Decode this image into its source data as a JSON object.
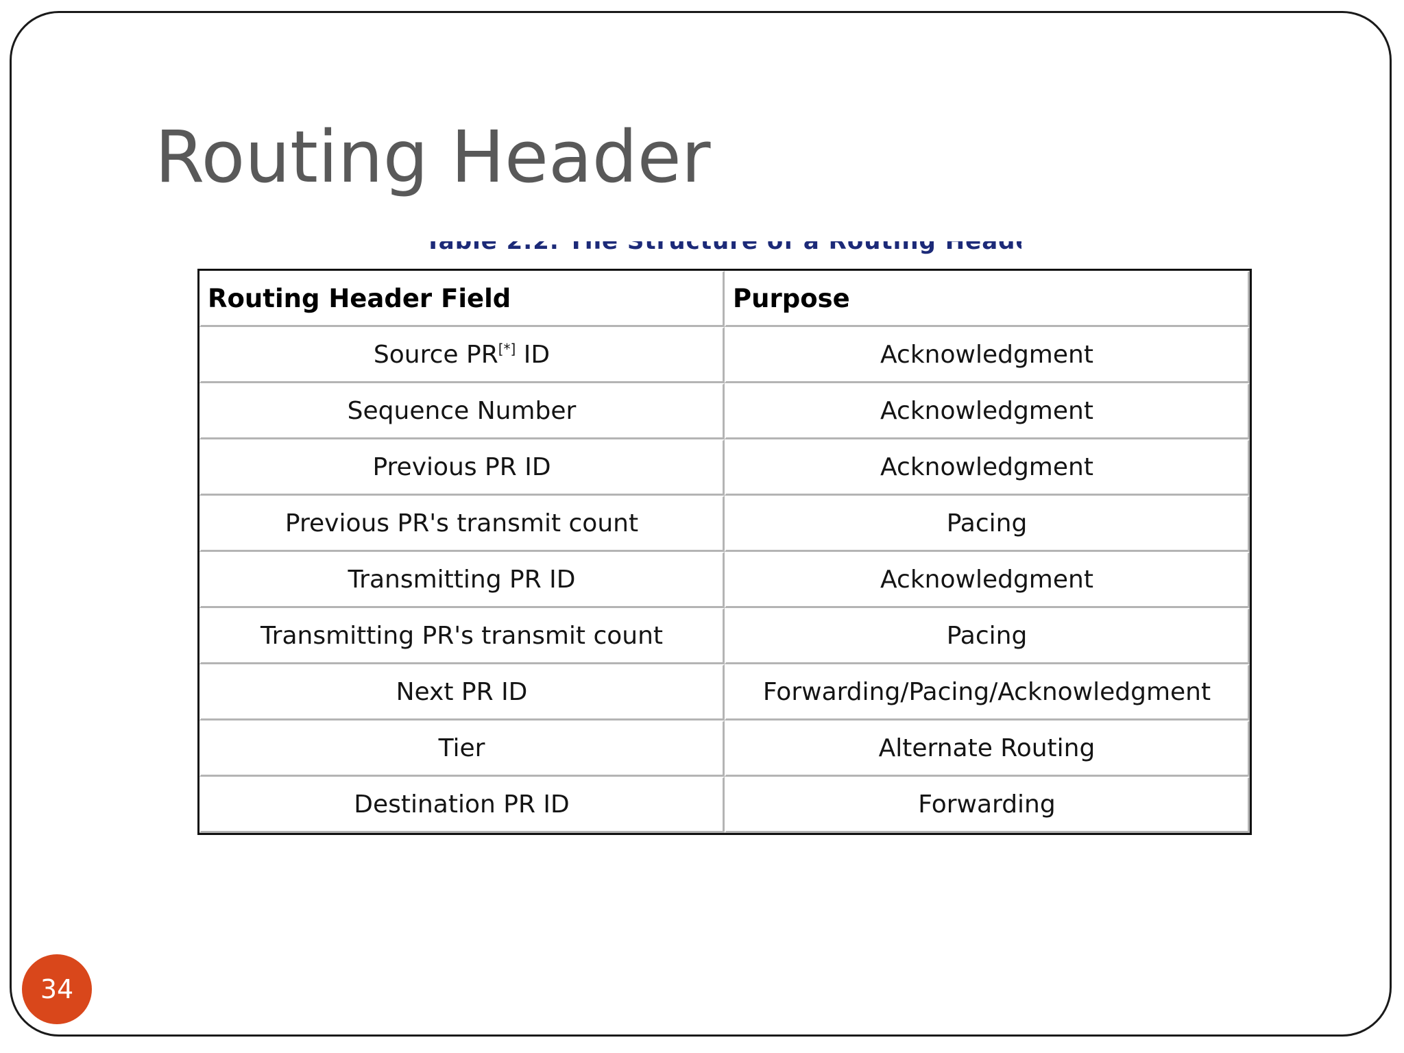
{
  "slide": {
    "title": "Routing Header",
    "page_number": "34"
  },
  "table": {
    "headers": [
      "Routing Header Field",
      "Purpose"
    ],
    "rows": [
      {
        "field": "Source PR",
        "field_note": "[*]",
        "field_suffix": " ID",
        "purpose": "Acknowledgment"
      },
      {
        "field": "Sequence Number",
        "purpose": "Acknowledgment"
      },
      {
        "field": "Previous PR ID",
        "purpose": "Acknowledgment"
      },
      {
        "field": "Previous PR's transmit count",
        "purpose": "Pacing"
      },
      {
        "field": "Transmitting PR ID",
        "purpose": "Acknowledgment"
      },
      {
        "field": "Transmitting PR's transmit count",
        "purpose": "Pacing"
      },
      {
        "field": "Next PR ID",
        "purpose": "Forwarding/Pacing/Acknowledgment"
      },
      {
        "field": "Tier",
        "purpose": "Alternate Routing"
      },
      {
        "field": "Destination PR ID",
        "purpose": "Forwarding"
      }
    ]
  },
  "colors": {
    "title": "#595959",
    "page_badge": "#d9471b",
    "caption": "#1c2a78"
  }
}
